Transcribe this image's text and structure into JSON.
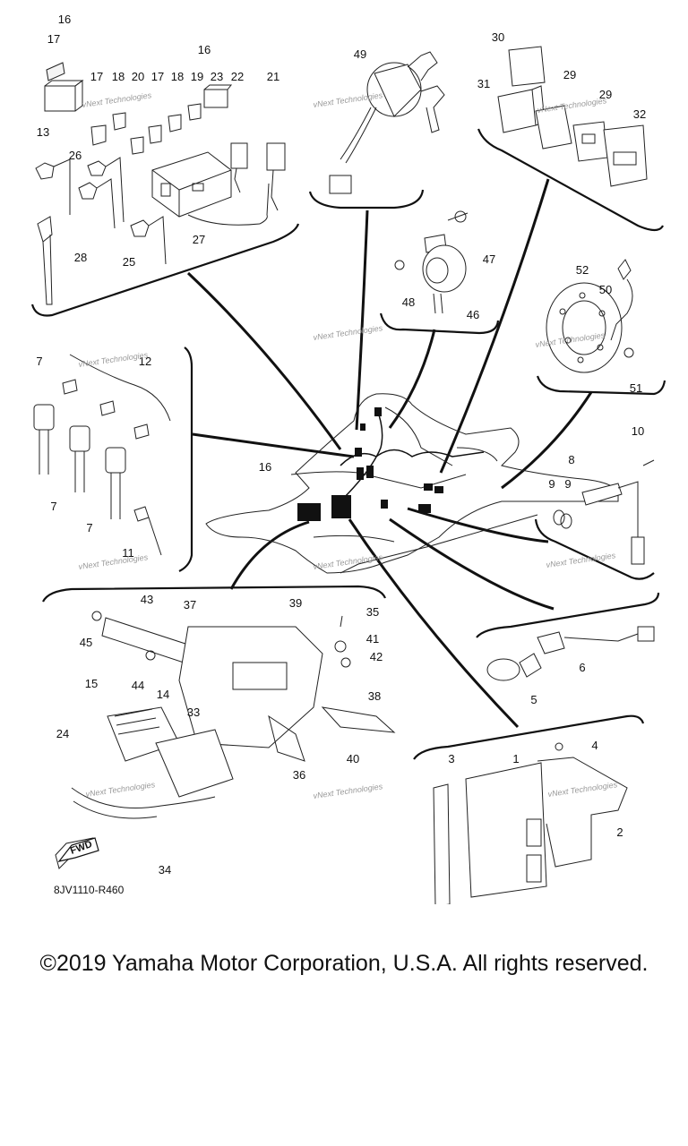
{
  "diagram": {
    "code": "8JV1110-R460",
    "fwd_label": "FWD",
    "watermark": "vNext Technologies",
    "callouts": [
      {
        "id": "c16a",
        "label": "16"
      },
      {
        "id": "c17a",
        "label": "17"
      },
      {
        "id": "c16b",
        "label": "16"
      },
      {
        "id": "c17b",
        "label": "17"
      },
      {
        "id": "c18a",
        "label": "18"
      },
      {
        "id": "c20",
        "label": "20"
      },
      {
        "id": "c17c",
        "label": "17"
      },
      {
        "id": "c18b",
        "label": "18"
      },
      {
        "id": "c19",
        "label": "19"
      },
      {
        "id": "c23",
        "label": "23"
      },
      {
        "id": "c22",
        "label": "22"
      },
      {
        "id": "c21",
        "label": "21"
      },
      {
        "id": "c13",
        "label": "13"
      },
      {
        "id": "c26",
        "label": "26"
      },
      {
        "id": "c27",
        "label": "27"
      },
      {
        "id": "c28",
        "label": "28"
      },
      {
        "id": "c25",
        "label": "25"
      },
      {
        "id": "c49",
        "label": "49"
      },
      {
        "id": "c30",
        "label": "30"
      },
      {
        "id": "c31",
        "label": "31"
      },
      {
        "id": "c29a",
        "label": "29"
      },
      {
        "id": "c29b",
        "label": "29"
      },
      {
        "id": "c32",
        "label": "32"
      },
      {
        "id": "c47",
        "label": "47"
      },
      {
        "id": "c48",
        "label": "48"
      },
      {
        "id": "c46",
        "label": "46"
      },
      {
        "id": "c52",
        "label": "52"
      },
      {
        "id": "c50",
        "label": "50"
      },
      {
        "id": "c51",
        "label": "51"
      },
      {
        "id": "c7a",
        "label": "7"
      },
      {
        "id": "c12",
        "label": "12"
      },
      {
        "id": "c7b",
        "label": "7"
      },
      {
        "id": "c7c",
        "label": "7"
      },
      {
        "id": "c11",
        "label": "11"
      },
      {
        "id": "c16c",
        "label": "16"
      },
      {
        "id": "c10",
        "label": "10"
      },
      {
        "id": "c8",
        "label": "8"
      },
      {
        "id": "c9a",
        "label": "9"
      },
      {
        "id": "c9b",
        "label": "9"
      },
      {
        "id": "c43",
        "label": "43"
      },
      {
        "id": "c37",
        "label": "37"
      },
      {
        "id": "c39",
        "label": "39"
      },
      {
        "id": "c35",
        "label": "35"
      },
      {
        "id": "c45",
        "label": "45"
      },
      {
        "id": "c41",
        "label": "41"
      },
      {
        "id": "c42",
        "label": "42"
      },
      {
        "id": "c44",
        "label": "44"
      },
      {
        "id": "c15",
        "label": "15"
      },
      {
        "id": "c14",
        "label": "14"
      },
      {
        "id": "c38",
        "label": "38"
      },
      {
        "id": "c33",
        "label": "33"
      },
      {
        "id": "c24",
        "label": "24"
      },
      {
        "id": "c40",
        "label": "40"
      },
      {
        "id": "c36",
        "label": "36"
      },
      {
        "id": "c34",
        "label": "34"
      },
      {
        "id": "c6",
        "label": "6"
      },
      {
        "id": "c5",
        "label": "5"
      },
      {
        "id": "c4",
        "label": "4"
      },
      {
        "id": "c3",
        "label": "3"
      },
      {
        "id": "c1",
        "label": "1"
      },
      {
        "id": "c2",
        "label": "2"
      }
    ]
  },
  "footer": {
    "copyright": "©2019 Yamaha Motor Corporation, U.S.A. All rights reserved."
  }
}
